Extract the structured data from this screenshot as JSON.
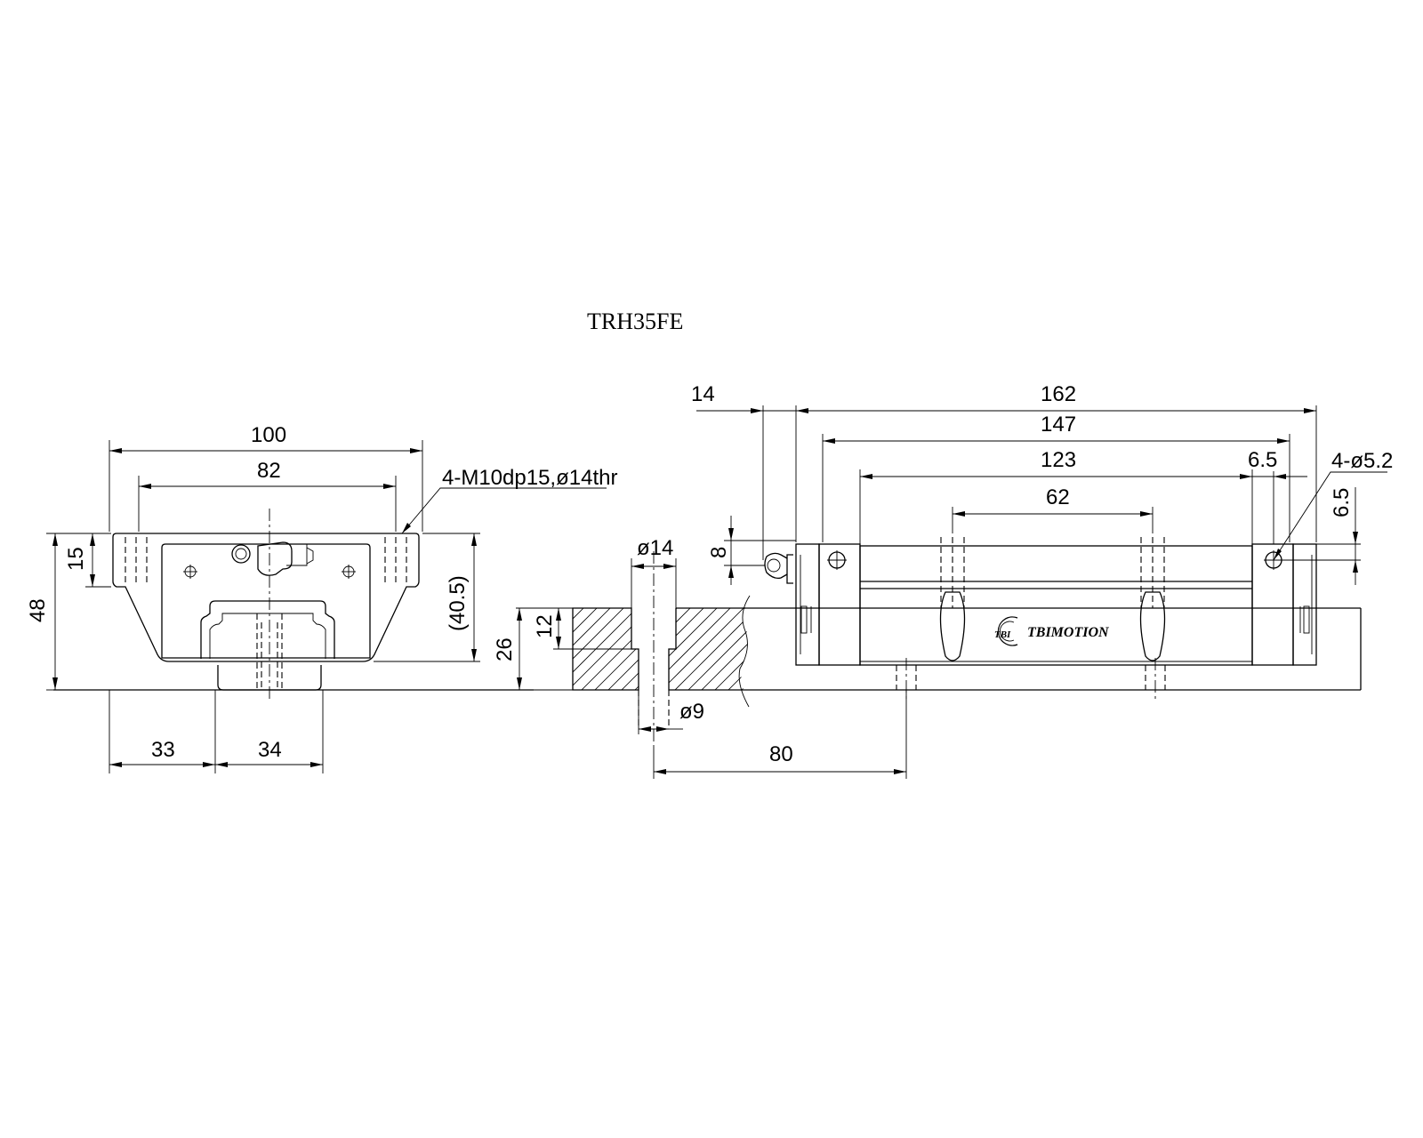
{
  "title": "TRH35FE",
  "brand": {
    "logo_text": "TBI",
    "name": "TBIMOTION"
  },
  "colors": {
    "line": "#000000",
    "background": "#ffffff"
  },
  "front_view": {
    "dims": {
      "width": "100",
      "hole_pitch": "82",
      "height": "48",
      "flange": "15",
      "block_height": "(40.5)",
      "side_offset": "33",
      "rail_width": "34"
    },
    "callout": "4-M10dp15,ø14thr"
  },
  "rail_section": {
    "dims": {
      "counterbore_dia": "ø14",
      "counterbore_depth": "12",
      "rail_height": "26",
      "bolt_hole_dia": "ø9",
      "hole_pitch": "80"
    }
  },
  "side_view": {
    "dims": {
      "overall_length": "162",
      "grease_nipple": "14",
      "body_length": "147",
      "steel_length": "123",
      "mount_pitch": "62",
      "hole_offset": "6.5",
      "hole_offset_vertical": "6.5",
      "nipple_height": "8"
    },
    "callout": "4-ø5.2"
  }
}
